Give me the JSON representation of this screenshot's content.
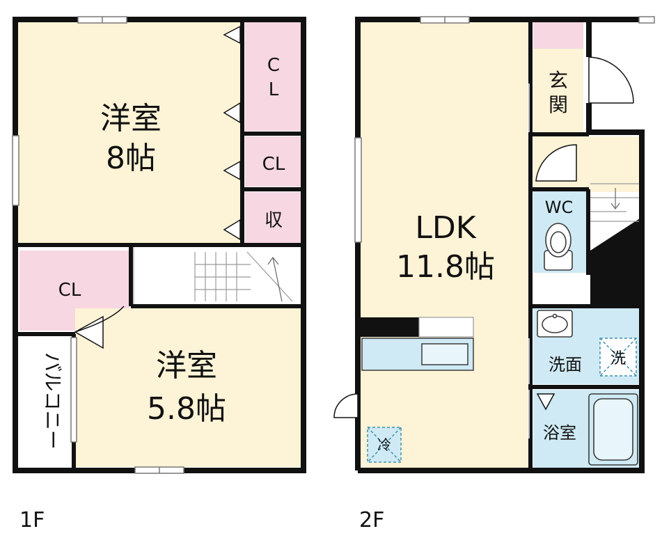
{
  "colors": {
    "background": "#ffffff",
    "wall": "#111111",
    "room_beige": "#fdf3d6",
    "room_pink": "#f6d7e2",
    "water_blue": "#cfeaf4",
    "appliance_dash": "#3b8fb0"
  },
  "floor1": {
    "label": "1F",
    "rooms": {
      "western_big": {
        "name": "洋室",
        "size": "8帖"
      },
      "closet_top": {
        "line1": "C",
        "line2": "L"
      },
      "closet_mid": {
        "name": "CL"
      },
      "storage": {
        "name": "収"
      },
      "closet_left": {
        "name": "CL"
      },
      "western_small": {
        "name": "洋室",
        "size": "5.8帖"
      },
      "balcony": {
        "name": "バルコニー"
      }
    }
  },
  "floor2": {
    "label": "2F",
    "rooms": {
      "ldk": {
        "name": "LDK",
        "size": "11.8帖"
      },
      "entrance": {
        "line1": "玄",
        "line2": "関"
      },
      "wc": {
        "name": "WC"
      },
      "washroom": {
        "name": "洗面"
      },
      "washer": {
        "name": "洗"
      },
      "bathroom": {
        "name": "浴室"
      },
      "fridge": {
        "name": "冷"
      }
    }
  }
}
